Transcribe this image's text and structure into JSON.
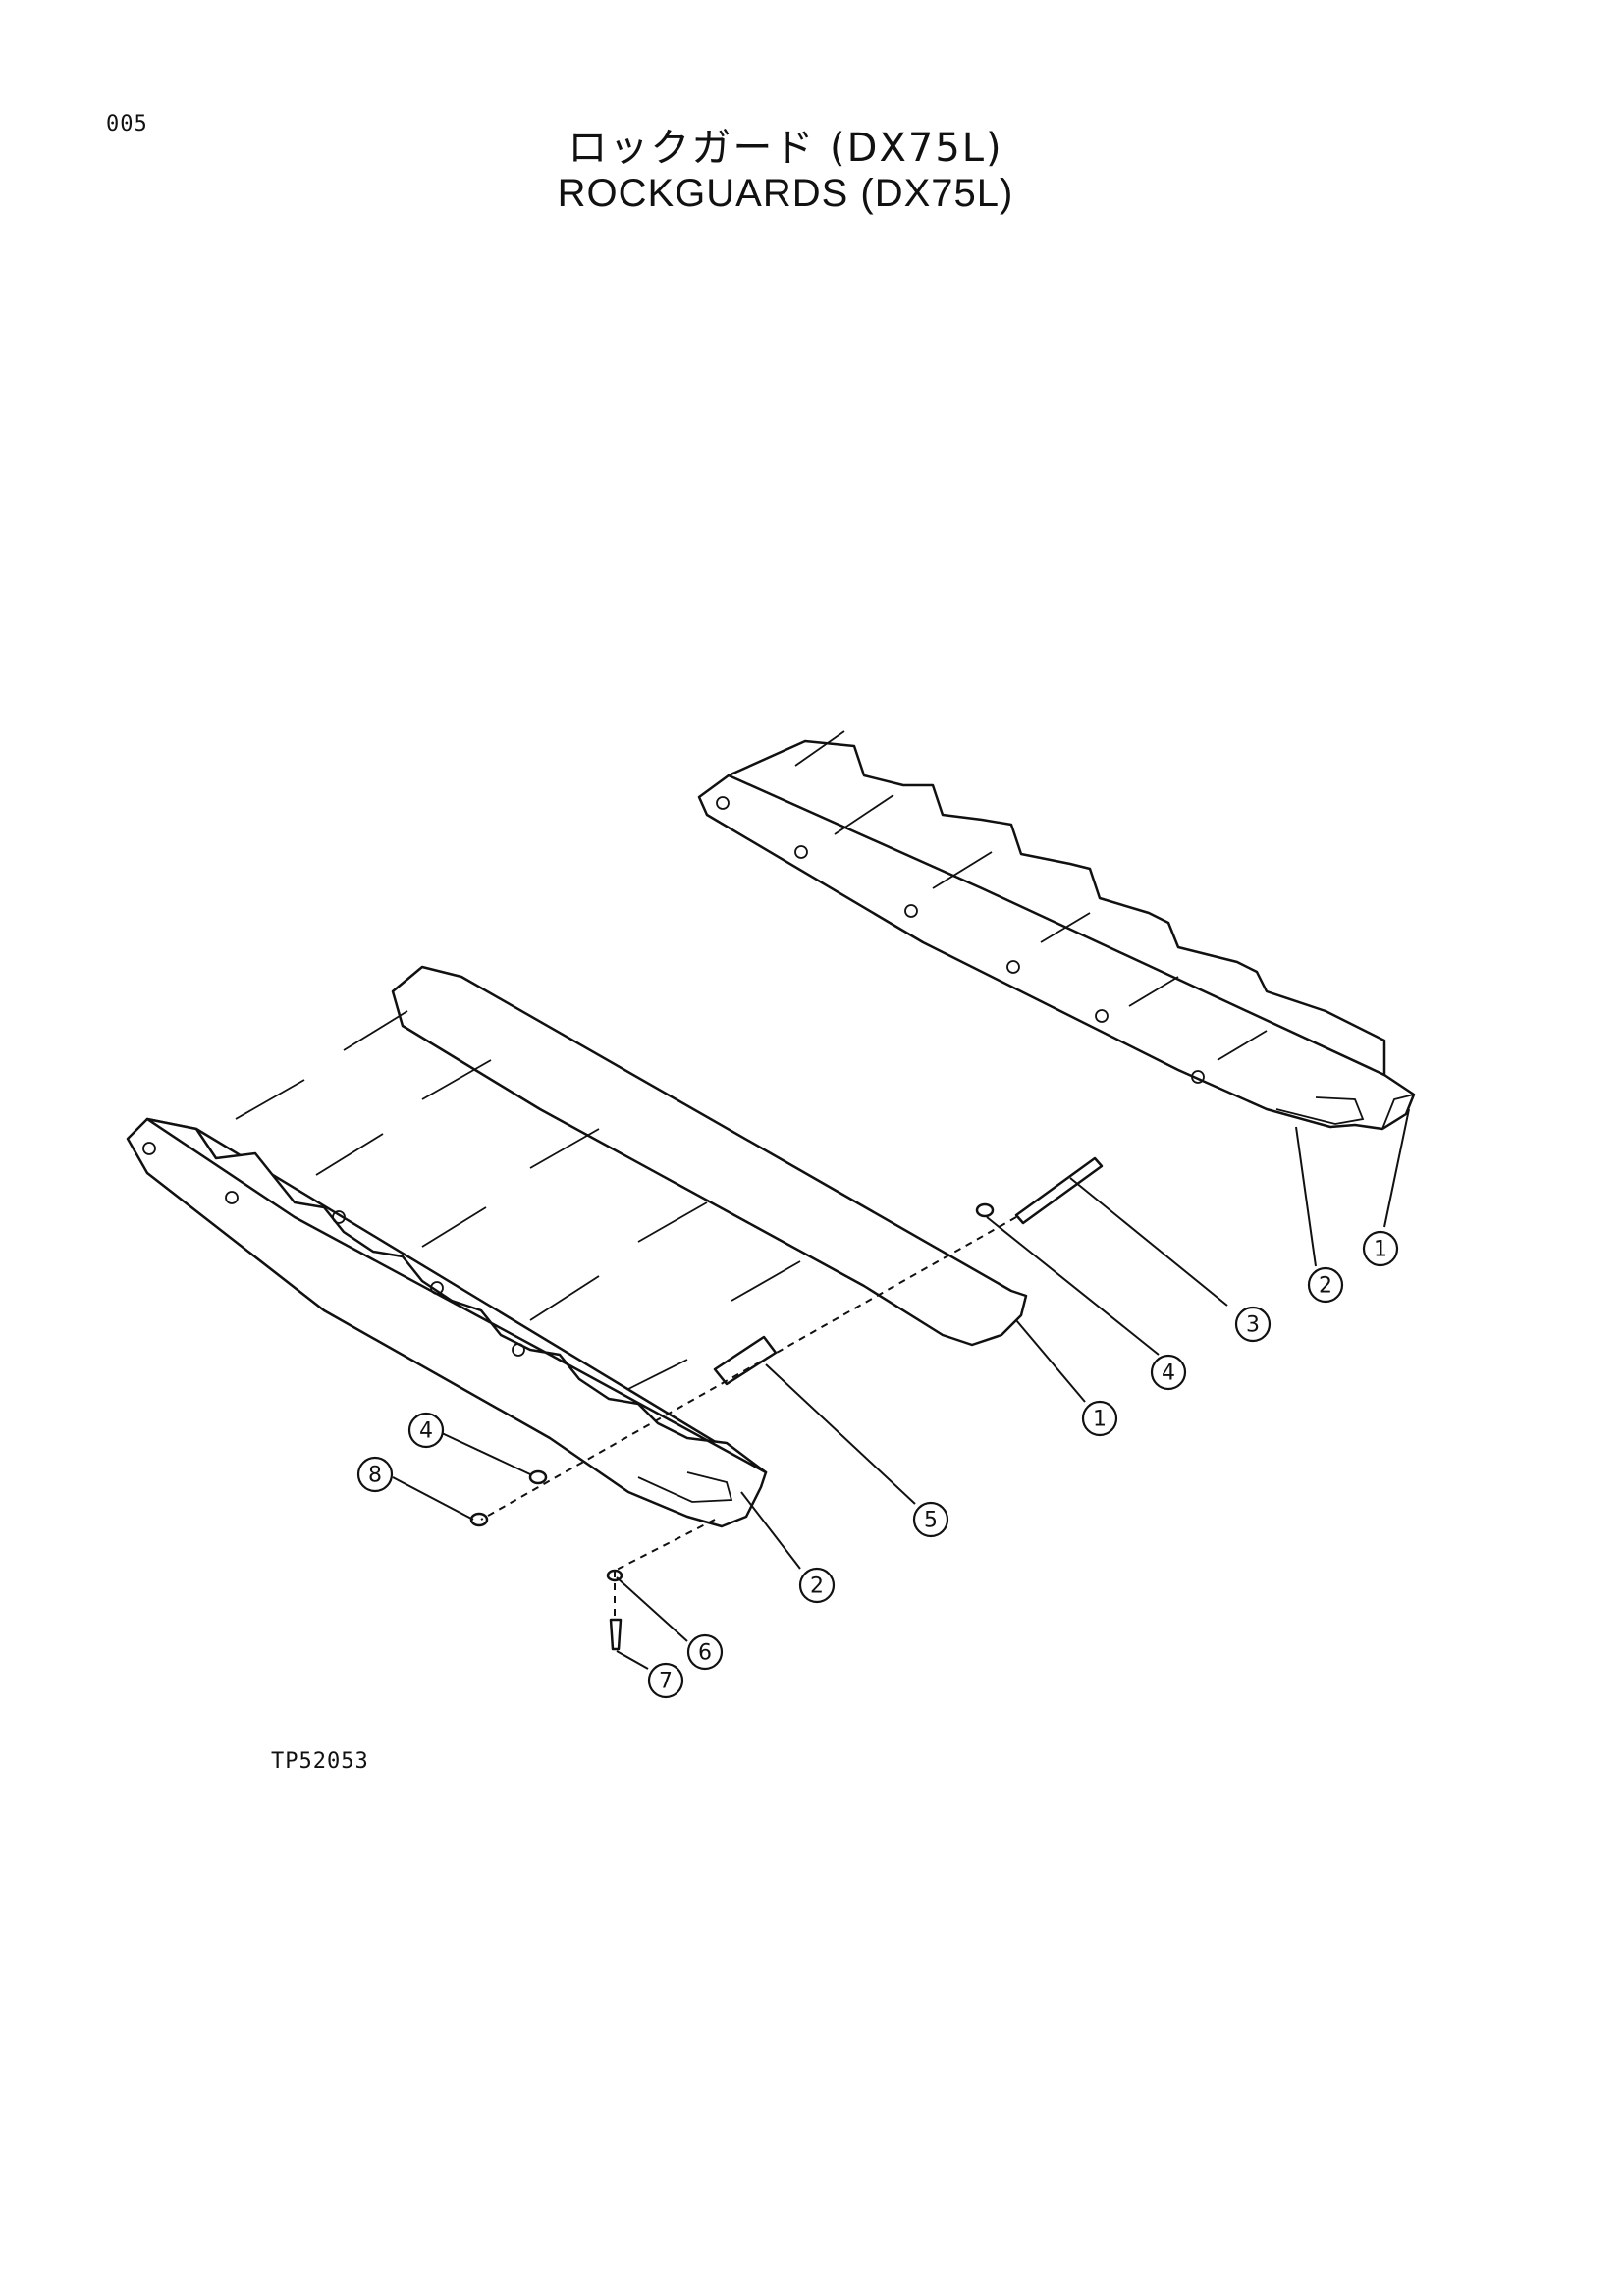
{
  "page_number": "005",
  "title": {
    "japanese": "ロックガード (DX75L)",
    "english": "ROCKGUARDS (DX75L)"
  },
  "drawing_code": "TP52053",
  "callouts": [
    {
      "id": "callout-1-rear",
      "label": "1"
    },
    {
      "id": "callout-2-rear",
      "label": "2"
    },
    {
      "id": "callout-3",
      "label": "3"
    },
    {
      "id": "callout-4-right",
      "label": "4"
    },
    {
      "id": "callout-1-front",
      "label": "1"
    },
    {
      "id": "callout-5",
      "label": "5"
    },
    {
      "id": "callout-2-front",
      "label": "2"
    },
    {
      "id": "callout-4-left",
      "label": "4"
    },
    {
      "id": "callout-8",
      "label": "8"
    },
    {
      "id": "callout-6",
      "label": "6"
    },
    {
      "id": "callout-7",
      "label": "7"
    }
  ]
}
